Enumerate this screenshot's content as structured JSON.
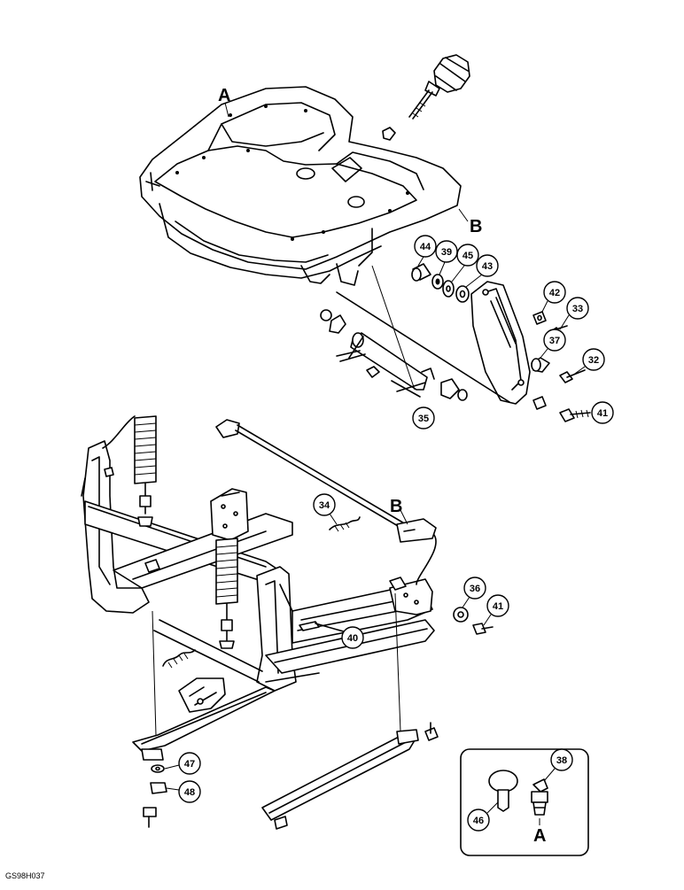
{
  "diagram": {
    "callouts": [
      {
        "id": "c44",
        "label": "44"
      },
      {
        "id": "c39",
        "label": "39"
      },
      {
        "id": "c45",
        "label": "45"
      },
      {
        "id": "c43",
        "label": "43"
      },
      {
        "id": "c42",
        "label": "42"
      },
      {
        "id": "c33",
        "label": "33"
      },
      {
        "id": "c37",
        "label": "37"
      },
      {
        "id": "c32",
        "label": "32"
      },
      {
        "id": "c41a",
        "label": "41"
      },
      {
        "id": "c35",
        "label": "35"
      },
      {
        "id": "c34",
        "label": "34"
      },
      {
        "id": "c36",
        "label": "36"
      },
      {
        "id": "c41b",
        "label": "41"
      },
      {
        "id": "c40",
        "label": "40"
      },
      {
        "id": "c47",
        "label": "47"
      },
      {
        "id": "c48",
        "label": "48"
      },
      {
        "id": "c38",
        "label": "38"
      },
      {
        "id": "c46",
        "label": "46"
      }
    ],
    "ref_letters": {
      "a_top": "A",
      "b_right": "B",
      "b_mid": "B",
      "a_inset": "A"
    },
    "figure_code": "GS98H037"
  }
}
